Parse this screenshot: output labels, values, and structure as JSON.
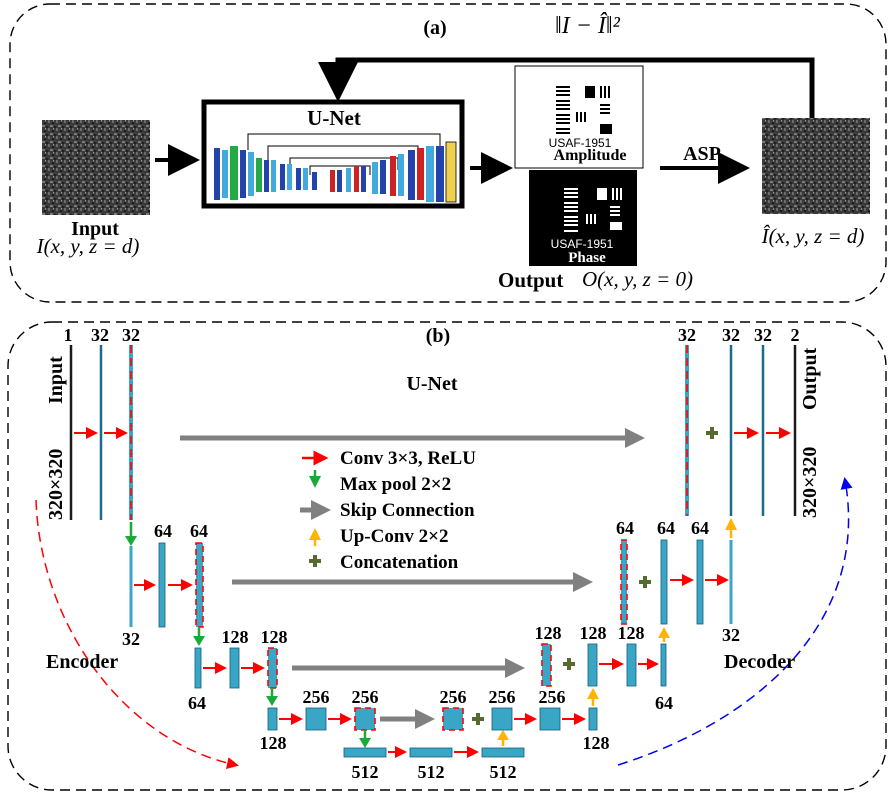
{
  "panel_a": {
    "label": "(a)",
    "loss": "‖I − Î‖²",
    "unet_title": "U-Net",
    "input_label": "Input",
    "input_formula": "I(x, y, z = d)",
    "amplitude_label": "Amplitude",
    "phase_label": "Phase",
    "usaf_text": "USAF-1951",
    "asp_label": "ASP",
    "output_label": "Output",
    "output_formula": "O(x, y, z = 0)",
    "recon_formula": "Î(x, y, z = d)"
  },
  "panel_b": {
    "label": "(b)",
    "title": "U-Net",
    "input_side": "Input",
    "output_side": "Output",
    "size_left": "320×320",
    "size_right": "320×320",
    "encoder_label": "Encoder",
    "decoder_label": "Decoder",
    "legend": [
      {
        "symbol": "red-arrow",
        "text": "Conv 3×3, ReLU"
      },
      {
        "symbol": "green-arrow",
        "text": "Max pool 2×2"
      },
      {
        "symbol": "gray-arrow",
        "text": "Skip Connection"
      },
      {
        "symbol": "yellow-arrow",
        "text": "Up-Conv 2×2"
      },
      {
        "symbol": "plus-icon",
        "text": "Concatenation"
      }
    ],
    "channels": {
      "l1_in": "1",
      "l1_a": "32",
      "l1_b": "32",
      "l2_in": "32",
      "l2_a": "64",
      "l2_b": "64",
      "l3_in": "64",
      "l3_a": "128",
      "l3_b": "128",
      "l4_in": "128",
      "l4_a": "256",
      "l4_b": "256",
      "l5_a": "512",
      "l5_b": "512",
      "l5_c": "512",
      "d4_a": "256",
      "d4_b": "256",
      "d4_c": "256",
      "d4_up": "128",
      "d3_a": "128",
      "d3_b": "128",
      "d3_c": "128",
      "d3_up": "64",
      "d2_a": "64",
      "d2_b": "64",
      "d2_c": "64",
      "d2_up": "32",
      "d1_a": "32",
      "d1_b": "32",
      "d1_c": "32",
      "d1_out": "2"
    }
  },
  "colors": {
    "conv": "#ff0000",
    "pool": "#1aaa3a",
    "skip": "#808080",
    "upconv": "#ffb400",
    "concat": "#556b2f",
    "block": "#3aa6c6",
    "encoder_arc": "#ff0000",
    "decoder_arc": "#0000ee"
  }
}
